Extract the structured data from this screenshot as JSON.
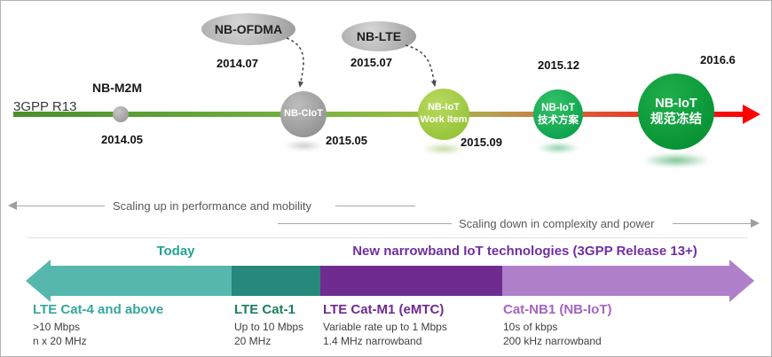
{
  "frame": {
    "left_label": "3GPP R13"
  },
  "timeline": {
    "nb_m2m": {
      "label": "NB-M2M",
      "date": "2014.05"
    },
    "nb_ofdma": {
      "label": "NB-OFDMA",
      "date": "2014.07"
    },
    "nb_ciot": {
      "label": "NB-CIoT",
      "date": "2015.05"
    },
    "nb_lte": {
      "label": "NB-LTE",
      "date": "2015.07"
    },
    "work_item": {
      "line1": "NB-IoT",
      "line2": "Work Item",
      "date": "2015.09"
    },
    "tech_plan": {
      "line1": "NB-IoT",
      "line2": "技术方案",
      "date": "2015.12"
    },
    "freeze": {
      "line1": "NB-IoT",
      "line2": "规范冻结",
      "date": "2016.6"
    }
  },
  "scaling": {
    "up": "Scaling up in performance and mobility",
    "down": "Scaling down in complexity and power"
  },
  "roadmap": {
    "today": "Today",
    "new_tech": "New narrowband IoT technologies (3GPP Release 13+)",
    "segments": [
      {
        "name": "LTE Cat-4 and above",
        "rate": ">10 Mbps",
        "bw": "n x 20 MHz"
      },
      {
        "name": "LTE Cat-1",
        "rate": "Up to 10 Mbps",
        "bw": "20 MHz"
      },
      {
        "name": "LTE Cat-M1 (eMTC)",
        "rate": "Variable rate up to 1 Mbps",
        "bw": "1.4 MHz narrowband"
      },
      {
        "name": "Cat-NB1 (NB-IoT)",
        "rate": "10s of kbps",
        "bw": "200 kHz narrowband"
      }
    ]
  },
  "colors": {
    "timeline_green": "#6fae3e",
    "timeline_red": "#ff0000",
    "gray_node": "#9e9e9e",
    "lime_node": "#8cbe2f",
    "green_node": "#009a44",
    "dark_green_node": "#008a2e",
    "teal": "#56b7ad",
    "dark_teal": "#27897b",
    "purple": "#6e2c90",
    "light_purple": "#b07fc9"
  }
}
